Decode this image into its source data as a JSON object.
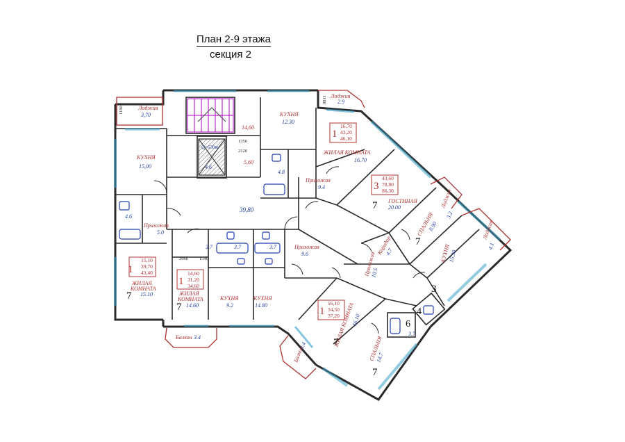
{
  "title": {
    "line1": "План 2-9 этажа",
    "line2": "секция 2"
  },
  "colors": {
    "wall": "#2a2a2a",
    "window": "#3aa0c8",
    "label_red": "#b03030",
    "label_blue": "#2040a0",
    "stairs": "#b000c0",
    "fixtures": "#1e3cb4"
  },
  "rooms": [
    {
      "id": "kitchen-left",
      "name": "КУХНЯ",
      "area": "15,00"
    },
    {
      "id": "loggia-left",
      "name": "Лоджия",
      "area": "3,70"
    },
    {
      "id": "bath-left",
      "area": "4.6"
    },
    {
      "id": "hall-left",
      "name": "Прихожая",
      "area": "5.0"
    },
    {
      "id": "living-left",
      "name": "ЖИЛАЯ КОМНАТА",
      "area": "15.10"
    },
    {
      "id": "corridor-main",
      "area": "39,80"
    },
    {
      "id": "kitchen-top",
      "name": "КУХНЯ",
      "area": "12.30"
    },
    {
      "id": "bath-top",
      "area": "4.8"
    },
    {
      "id": "hall-top",
      "name": "Прихожая",
      "area": "9.4"
    },
    {
      "id": "living-top",
      "name": "ЖИЛАЯ КОМНАТА",
      "area": "16.70"
    },
    {
      "id": "loggia-top",
      "name": "Лоджия",
      "area": "2.9"
    },
    {
      "id": "guest",
      "name": "ГОСТИНАЯ",
      "area": "20.00"
    },
    {
      "id": "bedroom-small",
      "name": "СПАЛЬНЯ",
      "area": "8.90"
    },
    {
      "id": "corridor-right",
      "name": "Коридор",
      "area": "4.7"
    },
    {
      "id": "hall-right",
      "name": "Прихожая",
      "area": "10.5"
    },
    {
      "id": "kitchen-right",
      "name": "КУХНЯ",
      "area": "15.30"
    },
    {
      "id": "bedroom-big",
      "name": "СПАЛЬНЯ",
      "area": "14.7"
    },
    {
      "id": "bath-right",
      "area": "3.7"
    },
    {
      "id": "living-mid-right",
      "name": "ЖИЛАЯ КОМНАТА",
      "area": "16.10"
    },
    {
      "id": "kitchen-mid-left",
      "name": "КУХНЯ",
      "area": "9.2"
    },
    {
      "id": "kitchen-mid-right",
      "name": "КУХНЯ",
      "area": "14.80"
    },
    {
      "id": "living-mid-left",
      "name": "ЖИЛАЯ КОМНАТА",
      "area": "14.60"
    },
    {
      "id": "hall-mid",
      "name": "Прихожая",
      "area": "9.6"
    },
    {
      "id": "balcony-bottom",
      "name": "Балкон",
      "area": "3.4"
    },
    {
      "id": "balcony-right",
      "name": "Балкон",
      "area": "3.4"
    },
    {
      "id": "loggia-right1",
      "name": "Лоджия",
      "area": "3.2"
    },
    {
      "id": "loggia-right2",
      "name": "Лоджия",
      "area": "4.1"
    },
    {
      "id": "wc1",
      "area": "3.7"
    },
    {
      "id": "wc2",
      "area": "3.7"
    },
    {
      "id": "wc3",
      "area": "3.7"
    },
    {
      "id": "elevator",
      "area": "4.6"
    }
  ],
  "room_labels": {
    "kitchen": "КУХНЯ",
    "living": "ЖИЛАЯ КОМНАТА",
    "living_a": "ЖИЛАЯ",
    "living_b": "КОМНАТА",
    "hall": "Прихожая",
    "loggia": "Лоджия",
    "balcony": "Балкон",
    "guest": "ГОСТИНАЯ",
    "bedroom": "СПАЛЬНЯ",
    "corridor": "Коридор"
  },
  "dimensions": {
    "d1350": "1350",
    "d2120": "2120",
    "d2060": "2060",
    "d1540": "1540",
    "lift": "Q=630кг",
    "v14_60": "14,60",
    "v5_60": "5,60",
    "d1180": "1180",
    "d0811": "0811"
  },
  "apartments": [
    {
      "id": "apt-left",
      "rooms": "1",
      "living": "15,10",
      "total": "39,70",
      "gross": "43,40",
      "class": "7"
    },
    {
      "id": "apt-top",
      "rooms": "1",
      "living": "16,70",
      "total": "43,20",
      "gross": "46,10"
    },
    {
      "id": "apt-3room",
      "rooms": "3",
      "living": "43,60",
      "total": "78,80",
      "gross": "86,30",
      "class_guest": "7",
      "class_bedroom": "7",
      "class_kitchen": "3",
      "class_big_bedroom": "7"
    },
    {
      "id": "apt-mid-left",
      "rooms": "1",
      "living": "14,60",
      "total": "31,20",
      "gross": "34,60",
      "class": "7"
    },
    {
      "id": "apt-mid-right",
      "rooms": "1",
      "living": "16,10",
      "total": "34,50",
      "gross": "37,20",
      "class": "7"
    }
  ],
  "marks": {
    "m4": "4",
    "m6": "6"
  }
}
